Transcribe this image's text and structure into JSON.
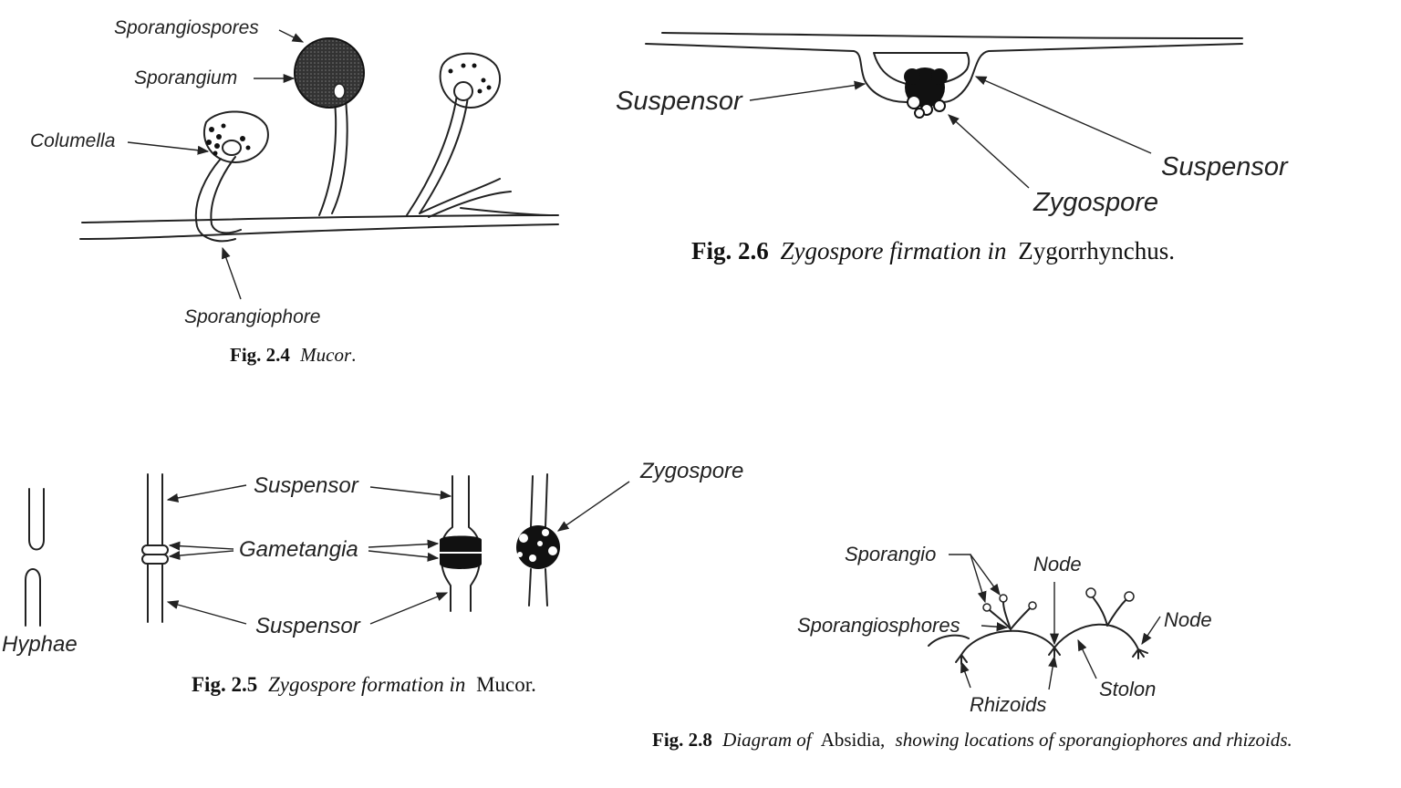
{
  "fig24": {
    "labels": {
      "sporangiospores": "Sporangiospores",
      "sporangium": "Sporangium",
      "columella": "Columella",
      "sporangiophore": "Sporangiophore"
    },
    "caption": {
      "num": "Fig. 2.4",
      "text": "Mucor",
      "end": "."
    }
  },
  "fig26": {
    "labels": {
      "suspensor_left": "Suspensor",
      "suspensor_right": "Suspensor",
      "zygospore": "Zygospore"
    },
    "caption": {
      "num": "Fig. 2.6",
      "text_italic": "Zygospore firmation in",
      "text_plain": "Zygorrhynchus."
    }
  },
  "fig25": {
    "labels": {
      "suspensor_top": "Suspensor",
      "gametangia": "Gametangia",
      "suspensor_bottom": "Suspensor",
      "zygospore": "Zygospore",
      "hyphae": "Hyphae"
    },
    "caption": {
      "num": "Fig. 2.5",
      "text_italic": "Zygospore formation in",
      "text_plain": "Mucor."
    }
  },
  "fig28": {
    "labels": {
      "sporangio": "Sporangio",
      "sporangiosphores": "Sporangiosphores",
      "node_top": "Node",
      "node_right": "Node",
      "rhizoids": "Rhizoids",
      "stolon": "Stolon"
    },
    "caption": {
      "num": "Fig. 2.8",
      "text_italic_1": "Diagram of",
      "text_plain": "Absidia,",
      "text_italic_2": "showing locations of sporangiophores and rhizoids."
    }
  }
}
